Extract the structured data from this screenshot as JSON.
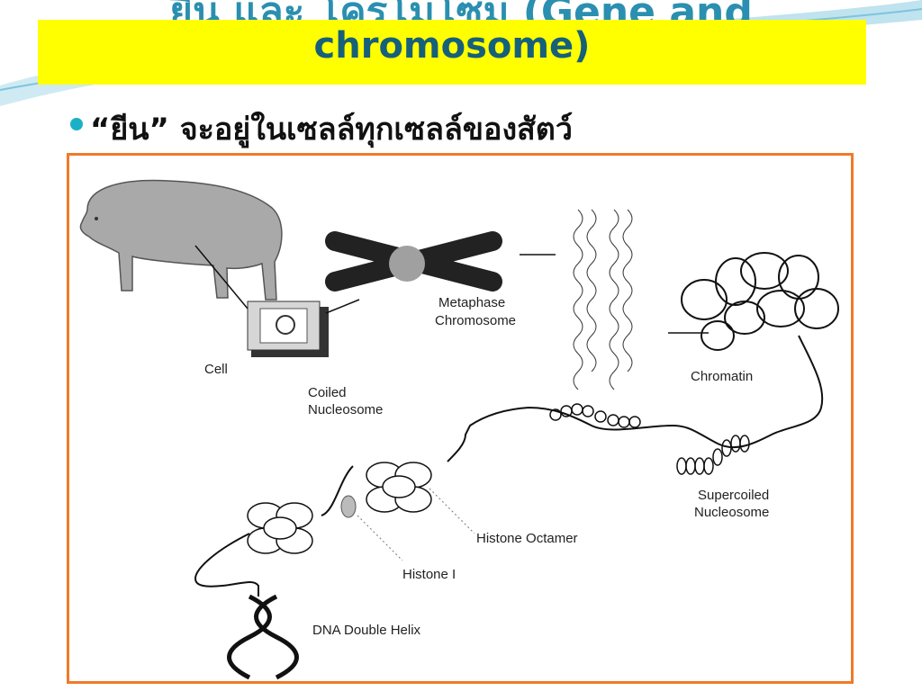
{
  "slide": {
    "title_line1": "ยีน และ โครโมโซม (Gene and",
    "title_line2": "chromosome)",
    "bullet": "“ยีน” จะอยู่ในเซลล์ทุกเซลล์ของสัตว์"
  },
  "diagram": {
    "labels": {
      "cell": "Cell",
      "metaphase1": "Metaphase",
      "metaphase2": "Chromosome",
      "chromatin": "Chromatin",
      "coiled1": "Coiled",
      "coiled2": "Nucleosome",
      "supercoiled1": "Supercoiled",
      "supercoiled2": "Nucleosome",
      "histone_octamer": "Histone Octamer",
      "histone_i": "Histone I",
      "dna": "DNA Double Helix"
    }
  },
  "colors": {
    "title_box": "#ffff00",
    "title_text": "#17607a",
    "bullet": "#1cb0c8",
    "frame": "#f07a2a"
  }
}
